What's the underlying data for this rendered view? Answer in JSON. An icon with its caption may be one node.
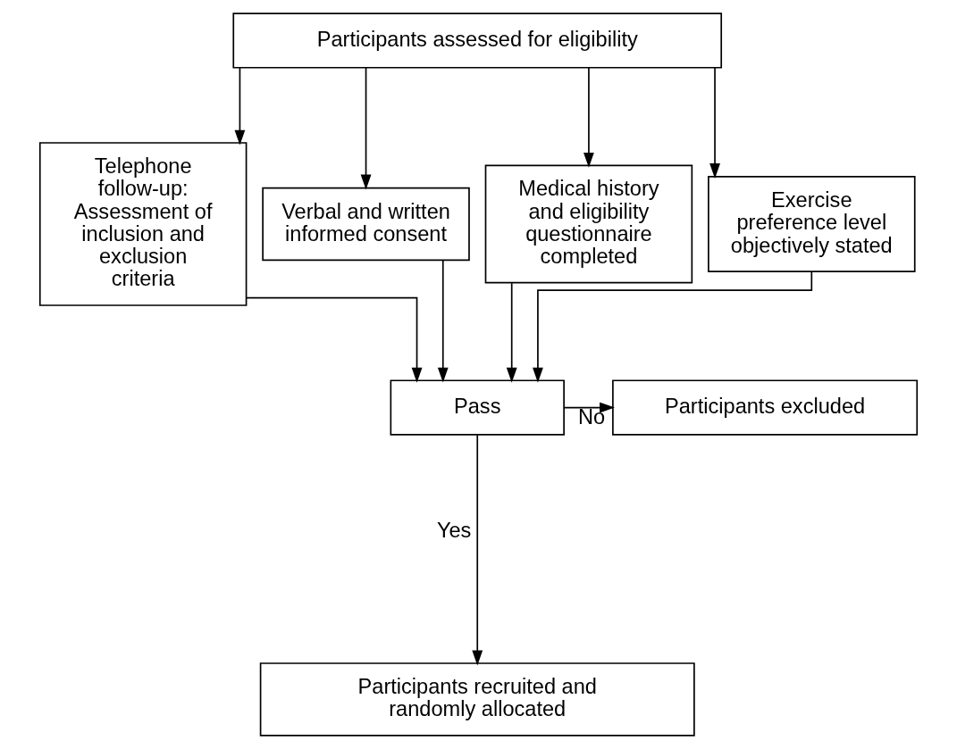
{
  "diagram": {
    "nodes": [
      {
        "text": [
          "Participants assessed for eligibility"
        ]
      },
      {
        "text": [
          "Telephone follow-up: Assessment of inclusion and exclusion criteria"
        ]
      },
      {
        "text": [
          "Verbal and written informed consent"
        ]
      },
      {
        "text": [
          "Medical history and eligibility questionnaire completed"
        ]
      },
      {
        "text": [
          "Exercise preference level objectively stated"
        ]
      },
      {
        "text": [
          "Pass"
        ]
      },
      {
        "text": [
          "Participants excluded"
        ]
      },
      {
        "text": [
          "Participants recruited and randomly allocated"
        ]
      }
    ],
    "edges": [
      {
        "from": 0,
        "to": 1,
        "arrow": "to"
      },
      {
        "from": 0,
        "to": 2,
        "arrow": "to"
      },
      {
        "from": 0,
        "to": 3,
        "arrow": "to"
      },
      {
        "from": 0,
        "to": 4,
        "arrow": "to"
      },
      {
        "from": 1,
        "to": 5,
        "arrow": "to"
      },
      {
        "from": 2,
        "to": 5,
        "arrow": "to"
      },
      {
        "from": 3,
        "to": 5,
        "arrow": "to"
      },
      {
        "from": 4,
        "to": 5,
        "arrow": "to"
      },
      {
        "from": 5,
        "to": 6,
        "label": "No",
        "arrow": "to"
      },
      {
        "from": 5,
        "to": 7,
        "label": "Yes",
        "arrow": "to"
      }
    ]
  }
}
